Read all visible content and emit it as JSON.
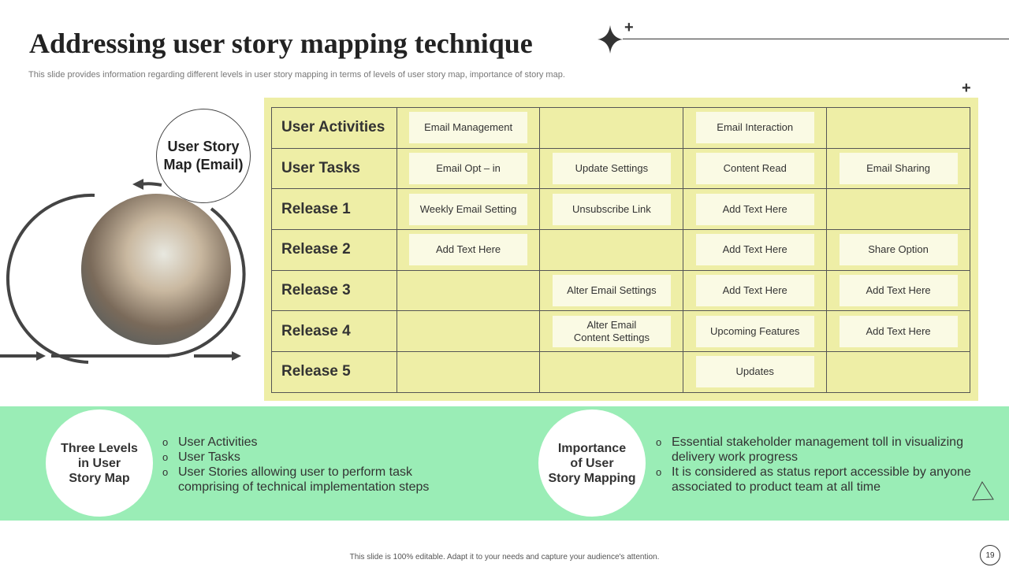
{
  "header": {
    "title": "Addressing user story mapping technique",
    "subtitle": "This slide provides information regarding different levels in user story mapping in terms of levels of user story map, importance of story map."
  },
  "diagram": {
    "bubble_label": "User Story\nMap (Email)"
  },
  "table": {
    "rows": [
      {
        "label": "User Activities",
        "cells": [
          "Email Management",
          "",
          "Email Interaction",
          ""
        ]
      },
      {
        "label": "User Tasks",
        "cells": [
          "Email Opt – in",
          "Update Settings",
          "Content Read",
          "Email Sharing"
        ]
      },
      {
        "label": "Release 1",
        "cells": [
          "Weekly Email Setting",
          "Unsubscribe Link",
          "Add Text Here",
          ""
        ]
      },
      {
        "label": "Release 2",
        "cells": [
          "Add Text Here",
          "",
          "Add Text Here",
          "Share Option"
        ]
      },
      {
        "label": "Release 3",
        "cells": [
          "",
          "Alter Email Settings",
          "Add Text Here",
          "Add Text Here"
        ]
      },
      {
        "label": "Release 4",
        "cells": [
          "",
          "Alter Email\nContent Settings",
          "Upcoming Features",
          "Add Text Here"
        ]
      },
      {
        "label": "Release 5",
        "cells": [
          "",
          "",
          "Updates",
          ""
        ]
      }
    ]
  },
  "levels": {
    "title": "Three Levels\nin User\nStory Map",
    "items": [
      "User Activities",
      "User Tasks",
      "User Stories allowing user to perform task comprising of technical  implementation steps"
    ]
  },
  "importance": {
    "title": "Importance\nof User\nStory Mapping",
    "items": [
      "Essential stakeholder management toll in visualizing delivery work progress",
      "It is considered as status report accessible by anyone  associated to product team at all time"
    ]
  },
  "footer": {
    "text": "This slide is 100% editable. Adapt it to your needs and capture your audience's attention.",
    "page": "19"
  },
  "colors": {
    "table_bg": "#eeeea6",
    "cell_bg": "#fafae4",
    "band": "#9aedb6"
  }
}
